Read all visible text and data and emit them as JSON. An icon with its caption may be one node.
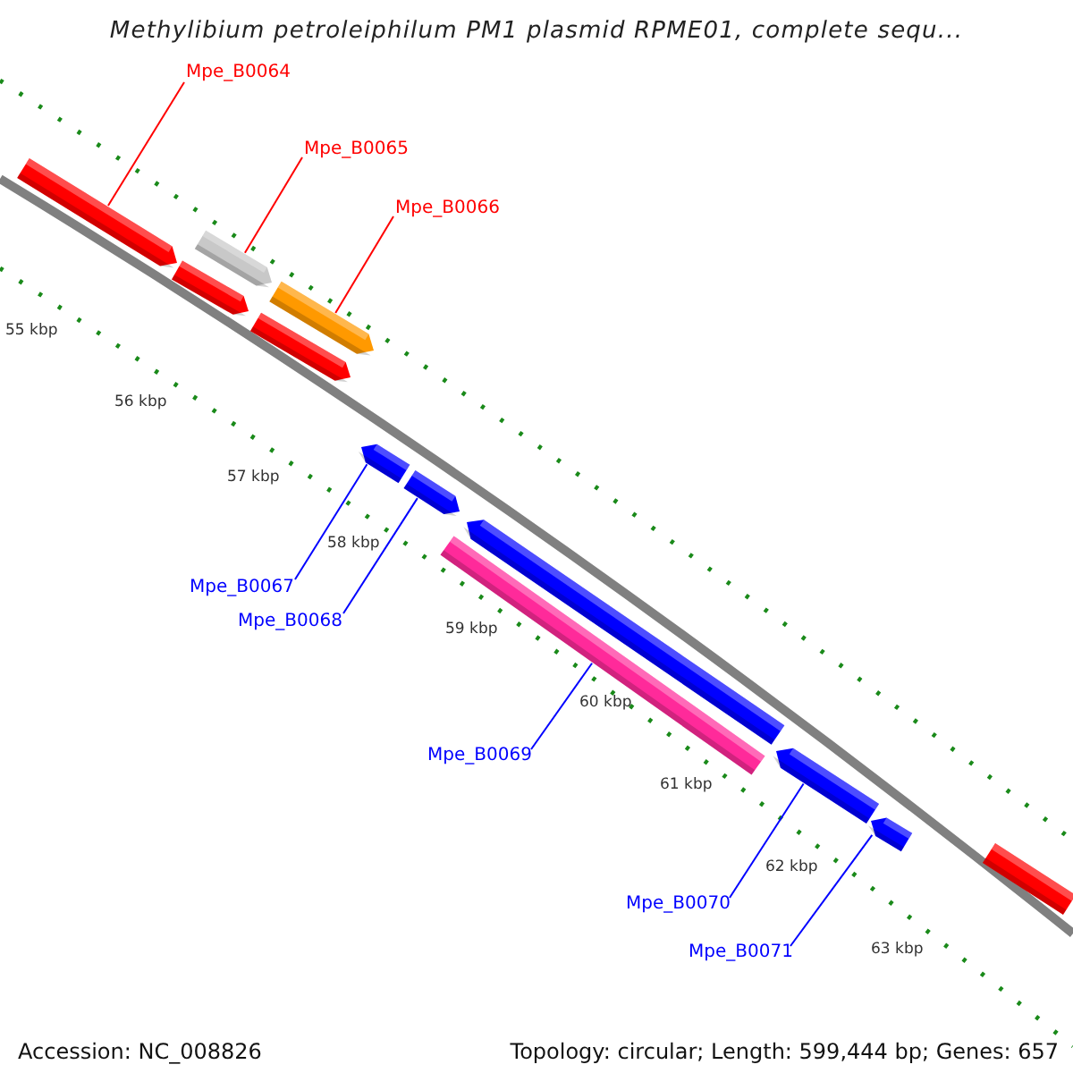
{
  "diagram": {
    "title": "Methylibium petroleiphilum PM1 plasmid RPME01, complete sequ...",
    "nodes": [
      {
        "text": [
          "Mpe_B0064"
        ]
      },
      {
        "text": [],
        "shape": "box"
      },
      {
        "text": [
          "Mpe_B0065"
        ]
      },
      {
        "text": [],
        "shape": "box"
      },
      {
        "text": [],
        "shape": "box"
      },
      {
        "text": [
          "Mpe_B0066"
        ]
      },
      {
        "text": [],
        "shape": "box"
      },
      {
        "text": [],
        "shape": "box"
      },
      {
        "text": [
          "Mpe_B0067"
        ]
      },
      {
        "text": [],
        "shape": "box"
      },
      {
        "text": [
          "Mpe_B0068"
        ]
      },
      {
        "text": [],
        "shape": "box"
      },
      {
        "text": [],
        "shape": "box"
      },
      {
        "text": [],
        "shape": "bar"
      },
      {
        "text": [
          "Mpe_B0069"
        ]
      },
      {
        "text": [
          "Mpe_B0070"
        ]
      },
      {
        "text": [],
        "shape": "box"
      },
      {
        "text": [
          "Mpe_B0071"
        ]
      },
      {
        "text": [],
        "shape": "box"
      },
      {
        "text": [],
        "shape": "box"
      }
    ],
    "edges": [
      {
        "from": 0,
        "to": 1,
        "arrow": "none",
        "color": "#ff0000"
      },
      {
        "from": 2,
        "to": 3,
        "arrow": "none",
        "color": "#ff0000"
      },
      {
        "from": 5,
        "to": 6,
        "arrow": "none",
        "color": "#ff0000"
      },
      {
        "from": 8,
        "to": 9,
        "arrow": "none"
      },
      {
        "from": 10,
        "to": 11,
        "arrow": "none"
      },
      {
        "from": 14,
        "to": 13,
        "arrow": "none"
      },
      {
        "from": 15,
        "to": 16,
        "arrow": "none"
      },
      {
        "from": 17,
        "to": 18,
        "arrow": "none"
      }
    ],
    "labels": [
      "55 kbp",
      "56 kbp",
      "57 kbp",
      "58 kbp",
      "59 kbp",
      "60 kbp",
      "61 kbp",
      "62 kbp",
      "63 kbp",
      "Accession: NC_008826",
      "Topology: circular; Length: 599,444 bp; Genes: 657"
    ]
  }
}
